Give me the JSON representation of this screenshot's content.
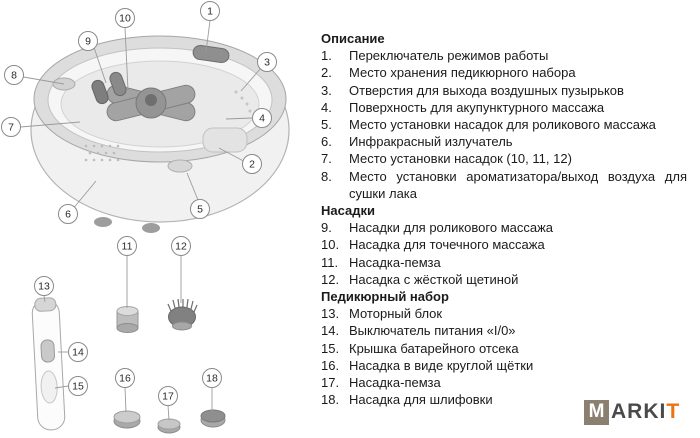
{
  "legend": {
    "sections": [
      {
        "title": "Описание",
        "items": [
          {
            "num": "1.",
            "label": "Переключатель режимов работы"
          },
          {
            "num": "2.",
            "label": "Место хранения педикюрного набора"
          },
          {
            "num": "3.",
            "label": "Отверстия для выхода воздушных пузырьков"
          },
          {
            "num": "4.",
            "label": "Поверхность для акупунктурного массажа"
          },
          {
            "num": "5.",
            "label": "Место установки насадок для роликового массажа"
          },
          {
            "num": "6.",
            "label": "Инфракрасный излучатель"
          },
          {
            "num": "7.",
            "label": "Место установки насадок (10, 11, 12)"
          },
          {
            "num": "8.",
            "label": "Место установки ароматизатора/выход воздуха для сушки лака"
          }
        ]
      },
      {
        "title": "Насадки",
        "items": [
          {
            "num": "9.",
            "label": "Насадки для роликового массажа"
          },
          {
            "num": "10.",
            "label": "Насадка для точечного массажа"
          },
          {
            "num": "11.",
            "label": "Насадка-пемза"
          },
          {
            "num": "12.",
            "label": "Насадка с жёсткой щетиной"
          }
        ]
      },
      {
        "title": "Педикюрный набор",
        "items": [
          {
            "num": "13.",
            "label": "Моторный блок"
          },
          {
            "num": "14.",
            "label": "Выключатель питания «I/0»"
          },
          {
            "num": "15.",
            "label": "Крышка батарейного отсека"
          },
          {
            "num": "16.",
            "label": "Насадка в виде круглой щётки"
          },
          {
            "num": "17.",
            "label": "Насадка-пемза"
          },
          {
            "num": "18.",
            "label": "Насадка для шлифовки"
          }
        ]
      }
    ]
  },
  "diagram": {
    "callouts": [
      "1",
      "2",
      "3",
      "4",
      "5",
      "6",
      "7",
      "8",
      "9",
      "10",
      "11",
      "12",
      "13",
      "14",
      "15",
      "16",
      "17",
      "18"
    ]
  },
  "logo": {
    "box_letter": "M",
    "name_part": "ARKI",
    "accent_letter": "T"
  },
  "colors": {
    "accent_orange": "#e87511",
    "logo_box": "#8b8070"
  }
}
